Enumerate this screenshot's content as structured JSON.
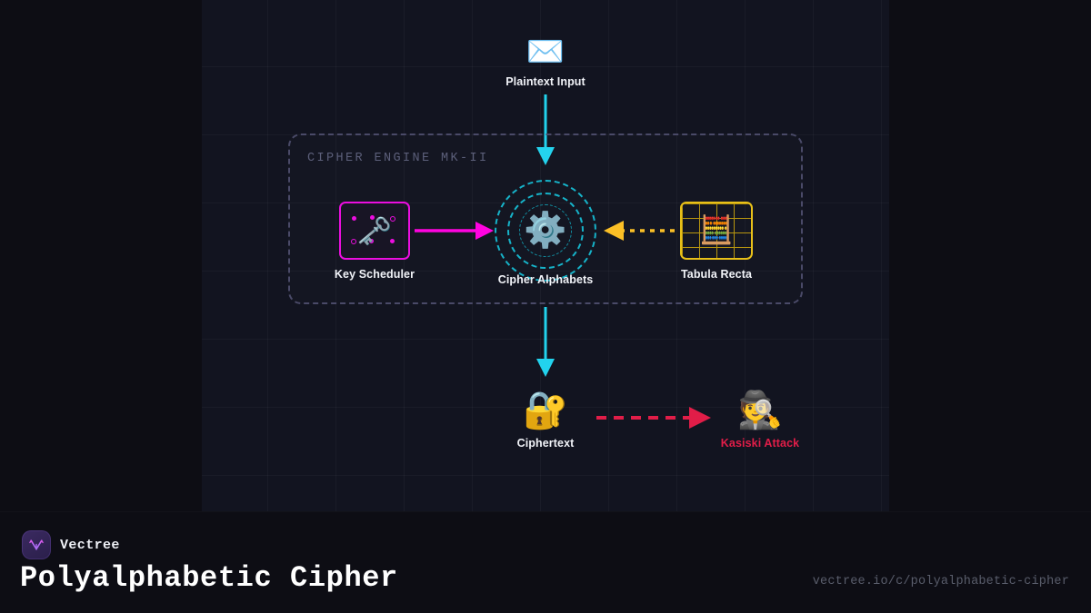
{
  "canvas": {
    "engine": {
      "label": "CIPHER ENGINE MK-II",
      "border_color": "#4a4a68"
    },
    "nodes": {
      "plaintext": {
        "label": "Plaintext Input",
        "icon": "envelope-icon",
        "glyph": "✉️"
      },
      "key_scheduler": {
        "label": "Key Scheduler",
        "icon": "key-icon",
        "glyph": "🗝️",
        "accent": "#ec0ee0"
      },
      "cipher_alphabets": {
        "label": "Cipher Alphabets",
        "icon": "gear-icon",
        "glyph": "⚙️",
        "accent": "#16b3c9"
      },
      "tabula_recta": {
        "label": "Tabula Recta",
        "icon": "abacus-icon",
        "glyph": "🧮",
        "accent": "#e8c019"
      },
      "ciphertext": {
        "label": "Ciphertext",
        "icon": "locked-with-key-icon",
        "glyph": "🔐"
      },
      "kasiski": {
        "label": "Kasiski Attack",
        "icon": "detective-icon",
        "glyph": "🕵️",
        "accent": "#e11d48"
      }
    },
    "edges": [
      {
        "name": "plaintext-to-engine",
        "style": "solid",
        "color": "#22d3ee",
        "direction": "down"
      },
      {
        "name": "key-to-cipher",
        "style": "solid",
        "color": "#ff00e0",
        "direction": "right"
      },
      {
        "name": "tabula-to-cipher",
        "style": "dotted",
        "color": "#fbbf24",
        "direction": "left"
      },
      {
        "name": "engine-to-ciphertext",
        "style": "solid",
        "color": "#22d3ee",
        "direction": "down"
      },
      {
        "name": "ciphertext-to-kasiski",
        "style": "dashed",
        "color": "#e11d48",
        "direction": "right"
      }
    ]
  },
  "footer": {
    "brand": "Vectree",
    "logo_icon": "vectree-logo-icon",
    "title": "Polyalphabetic Cipher",
    "url": "vectree.io/c/polyalphabetic-cipher"
  }
}
